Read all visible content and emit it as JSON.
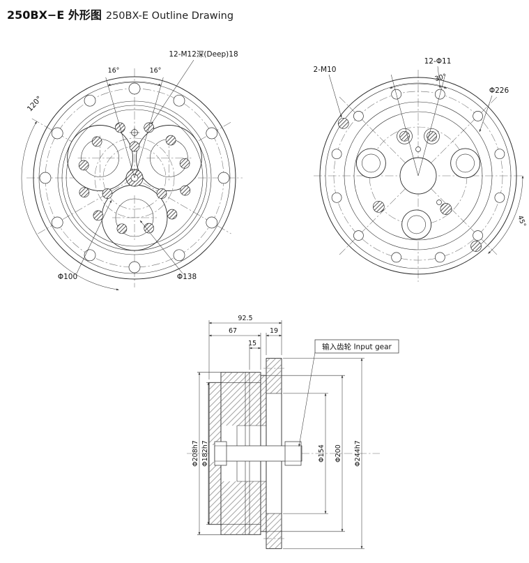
{
  "title": {
    "zh": "250BX−E 外形图",
    "en": "250BX-E Outline Drawing"
  },
  "left": {
    "m12_note": "12-M12深(Deep)18",
    "angle16_left": "16°",
    "angle16_right": "16°",
    "angle120": "120°",
    "dia100": "Φ100",
    "dia138": "Φ138"
  },
  "right": {
    "m10": "2-M10",
    "holes12": "12-Φ11",
    "angle30": "30°",
    "dia226": "Φ226",
    "angle45": "45°"
  },
  "section": {
    "w925": "92.5",
    "w67": "67",
    "w19": "19",
    "w15": "15",
    "dia208": "Φ208h7",
    "dia182": "Φ182h7",
    "dia154": "Φ154",
    "dia200": "Φ200",
    "dia244": "Φ244h7",
    "input_gear": "输入齿轮 Input gear"
  }
}
